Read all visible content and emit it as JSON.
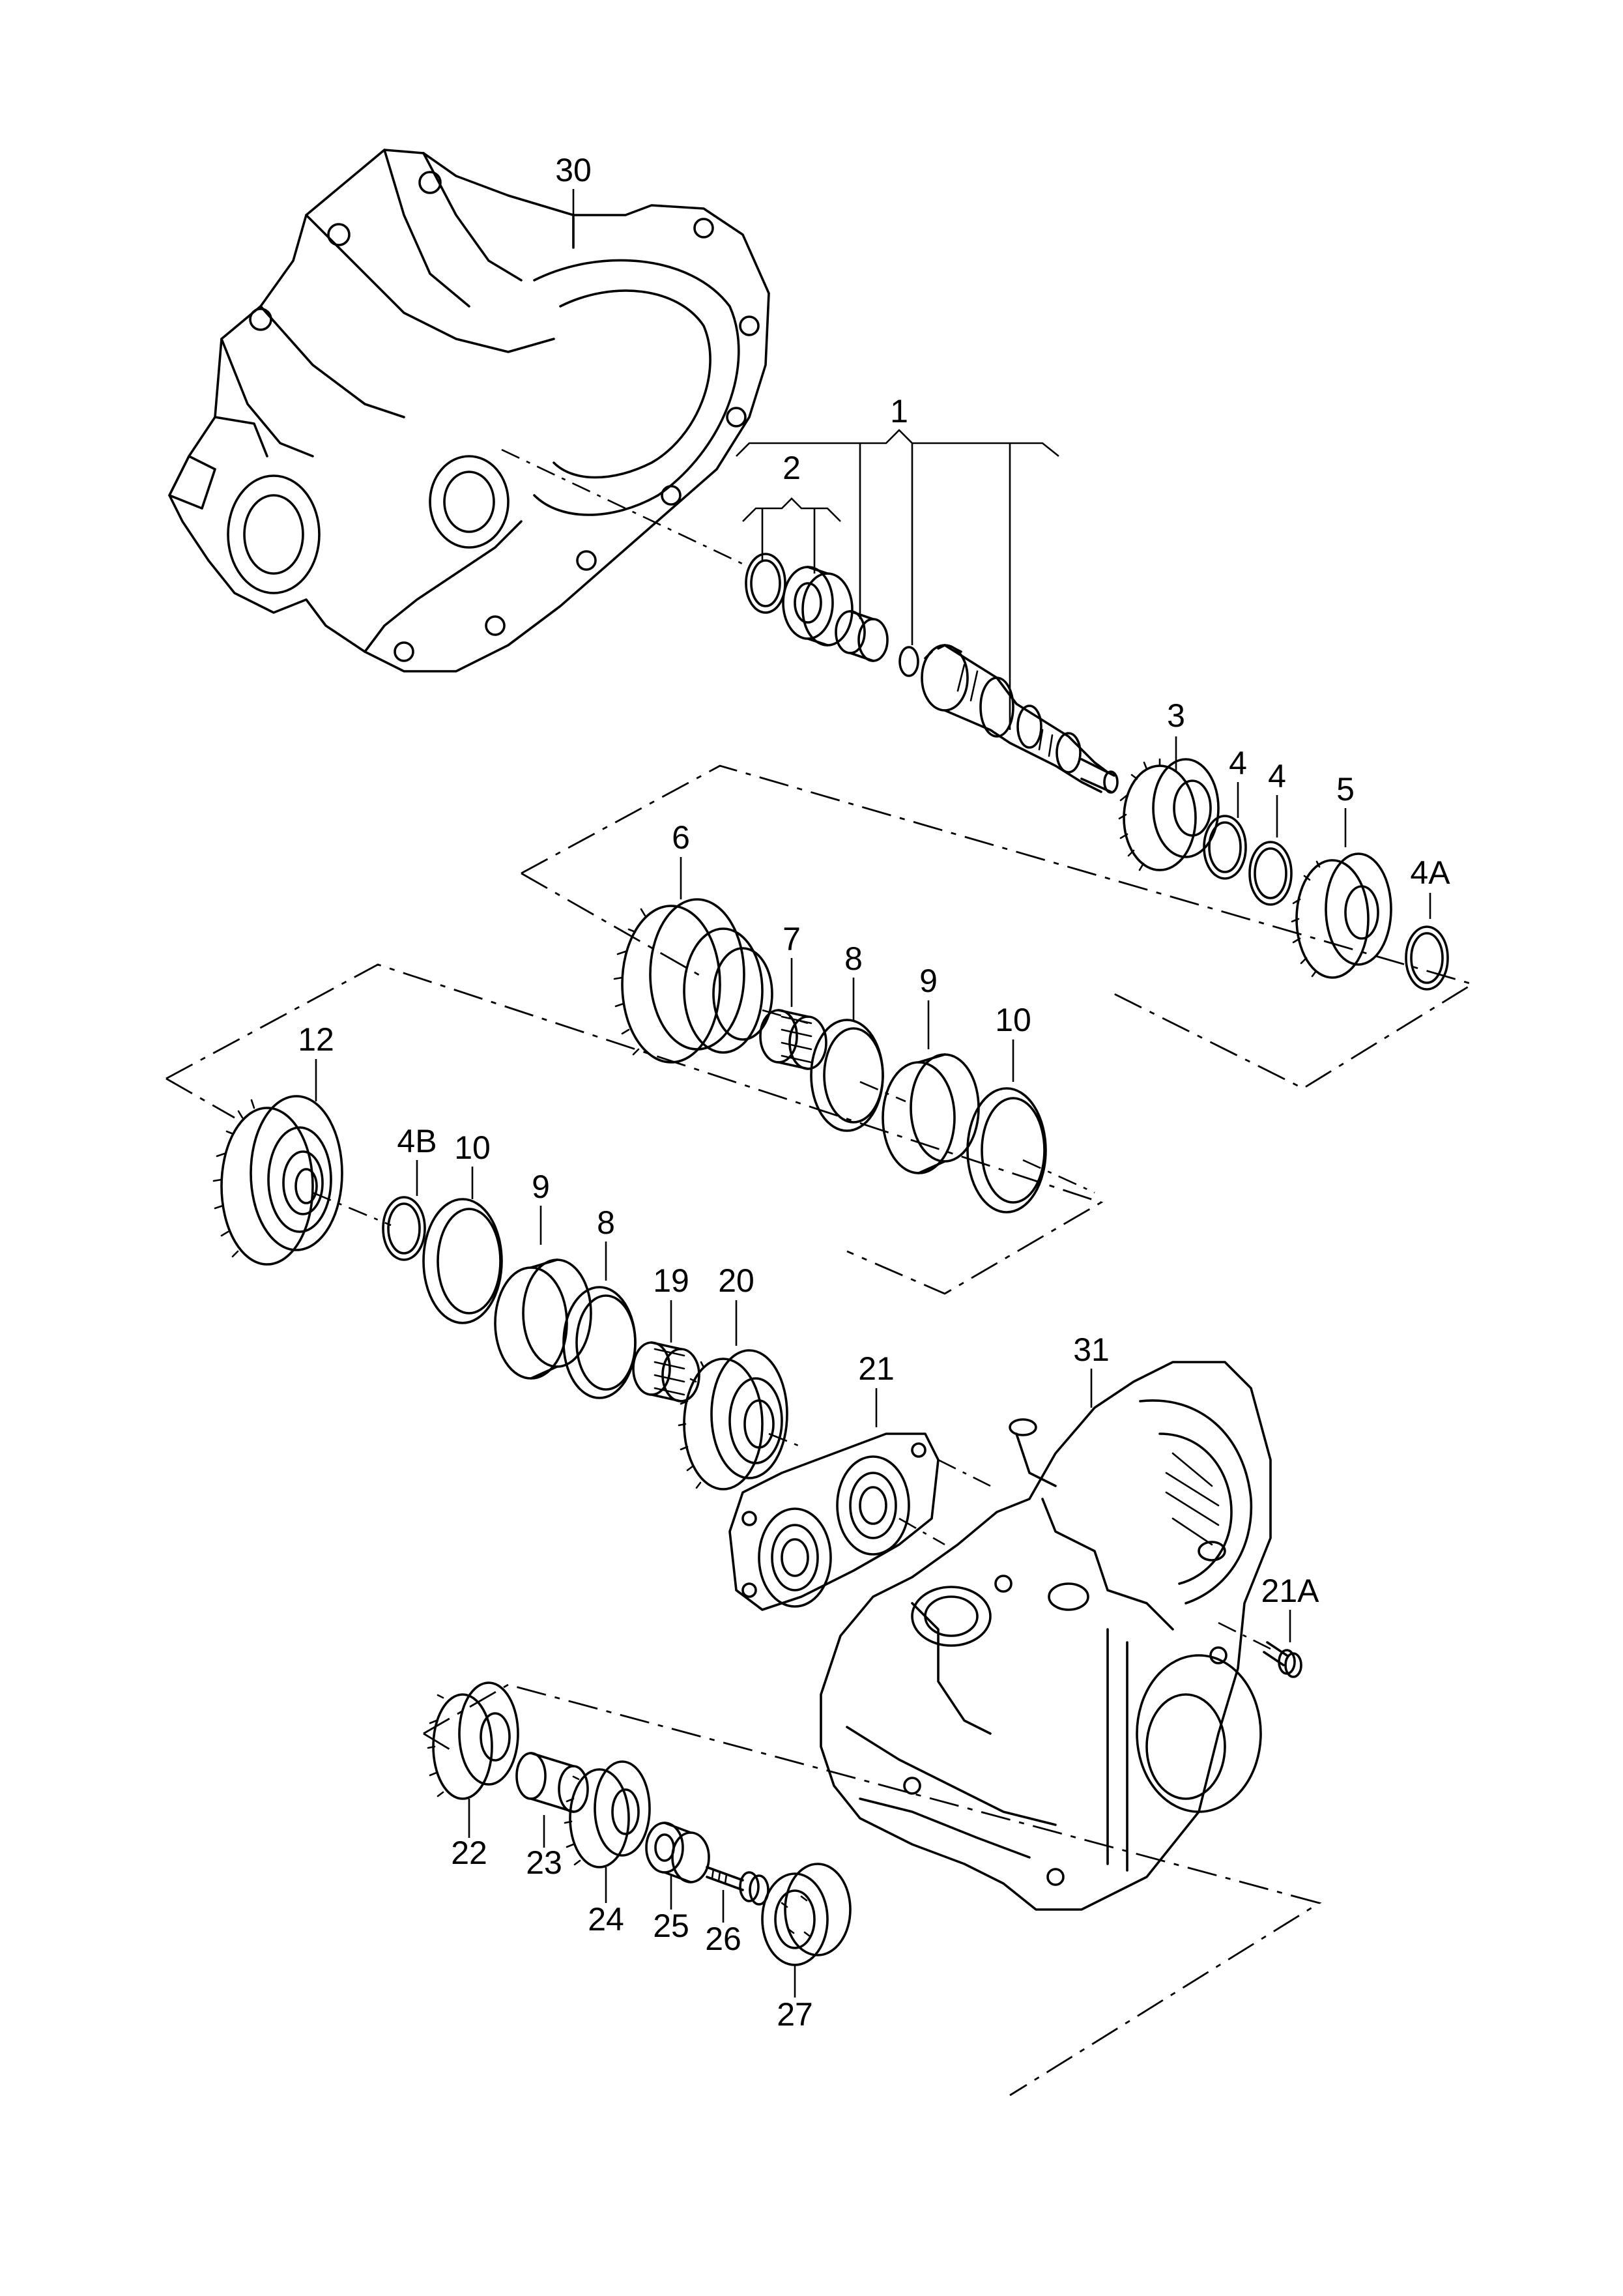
{
  "diagram": {
    "callouts": {
      "c1": "1",
      "c2": "2",
      "c3": "3",
      "c4a": "4",
      "c4b": "4",
      "c4A": "4A",
      "c4B": "4B",
      "c5": "5",
      "c6": "6",
      "c7": "7",
      "c8a": "8",
      "c8b": "8",
      "c9a": "9",
      "c9b": "9",
      "c10a": "10",
      "c10b": "10",
      "c12": "12",
      "c19": "19",
      "c20": "20",
      "c21": "21",
      "c21A": "21A",
      "c22": "22",
      "c23": "23",
      "c24": "24",
      "c25": "25",
      "c26": "26",
      "c27": "27",
      "c30": "30",
      "c31": "31"
    }
  }
}
